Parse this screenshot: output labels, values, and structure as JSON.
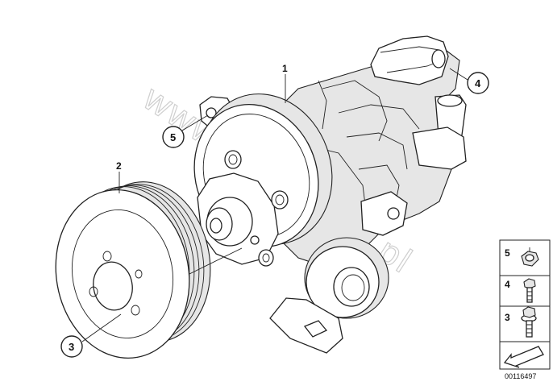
{
  "watermark": "www.bmwstore.pl",
  "callouts": {
    "pump": "1",
    "pulley": "2",
    "pulley_bolt": "3",
    "hex_bolt": "4",
    "nut": "5"
  },
  "legend": {
    "items": [
      {
        "number": "5",
        "part": "nut-icon"
      },
      {
        "number": "4",
        "part": "bolt-icon"
      },
      {
        "number": "3",
        "part": "flange-bolt-icon"
      }
    ],
    "arrow": "direction-arrow-icon"
  },
  "diagram_id": "00116497",
  "colors": {
    "line": "#222222",
    "watermark": "#cfcfcf"
  }
}
